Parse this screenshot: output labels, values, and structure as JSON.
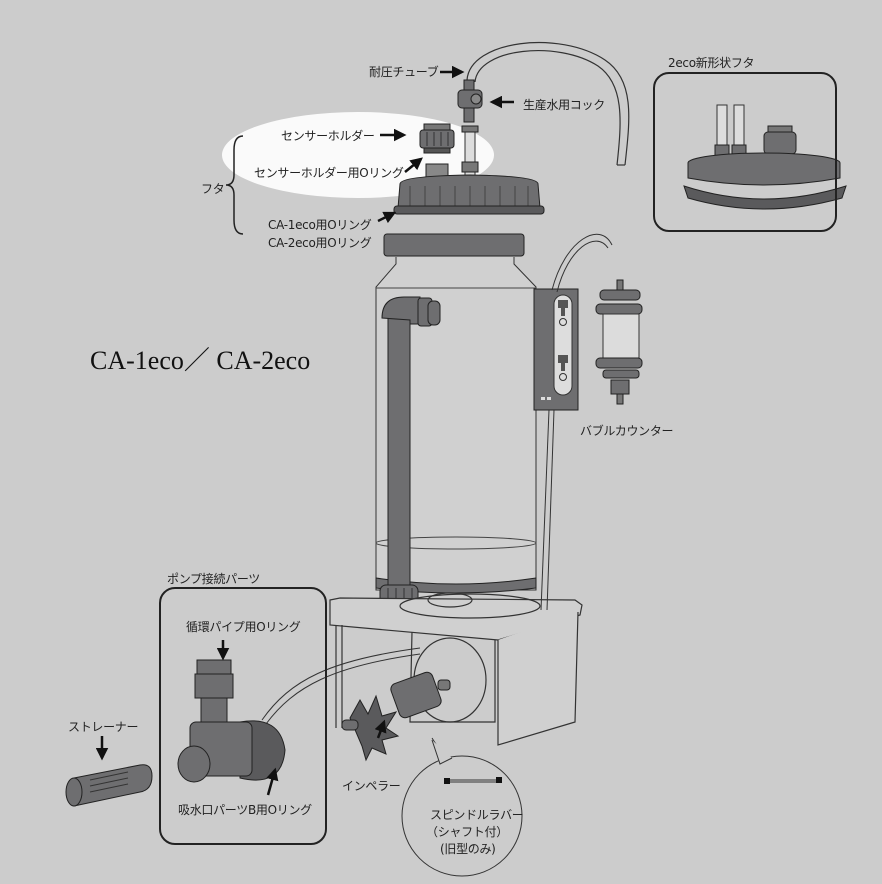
{
  "title": "CA-1eco／ CA-2eco",
  "colors": {
    "background": "#cccccc",
    "part_fill": "#6e6e70",
    "part_fill_dark": "#5a5a5c",
    "line": "#222222",
    "highlight": "#ffffff"
  },
  "labels": {
    "pressure_tube": "耐圧チューブ",
    "product_water_cock": "生産水用コック",
    "sensor_holder": "センサーホルダー",
    "sensor_holder_oring": "センサーホルダー用Oリング",
    "lid": "フタ",
    "ca1eco_oring": "CA-1eco用Oリング",
    "ca2eco_oring": "CA-2eco用Oリング",
    "new_lid_2eco": "2eco新形状フタ",
    "bubble_counter": "バブルカウンター",
    "pump_connection_parts": "ポンプ接続パーツ",
    "circulation_pipe_oring": "循環パイプ用Oリング",
    "intake_part_b_oring": "吸水口パーツB用Oリング",
    "strainer": "ストレーナー",
    "impeller": "インペラー",
    "spindle_rubber_line1": "スピンドルラバー",
    "spindle_rubber_line2": "（シャフト付）",
    "spindle_rubber_line3": "(旧型のみ)"
  }
}
